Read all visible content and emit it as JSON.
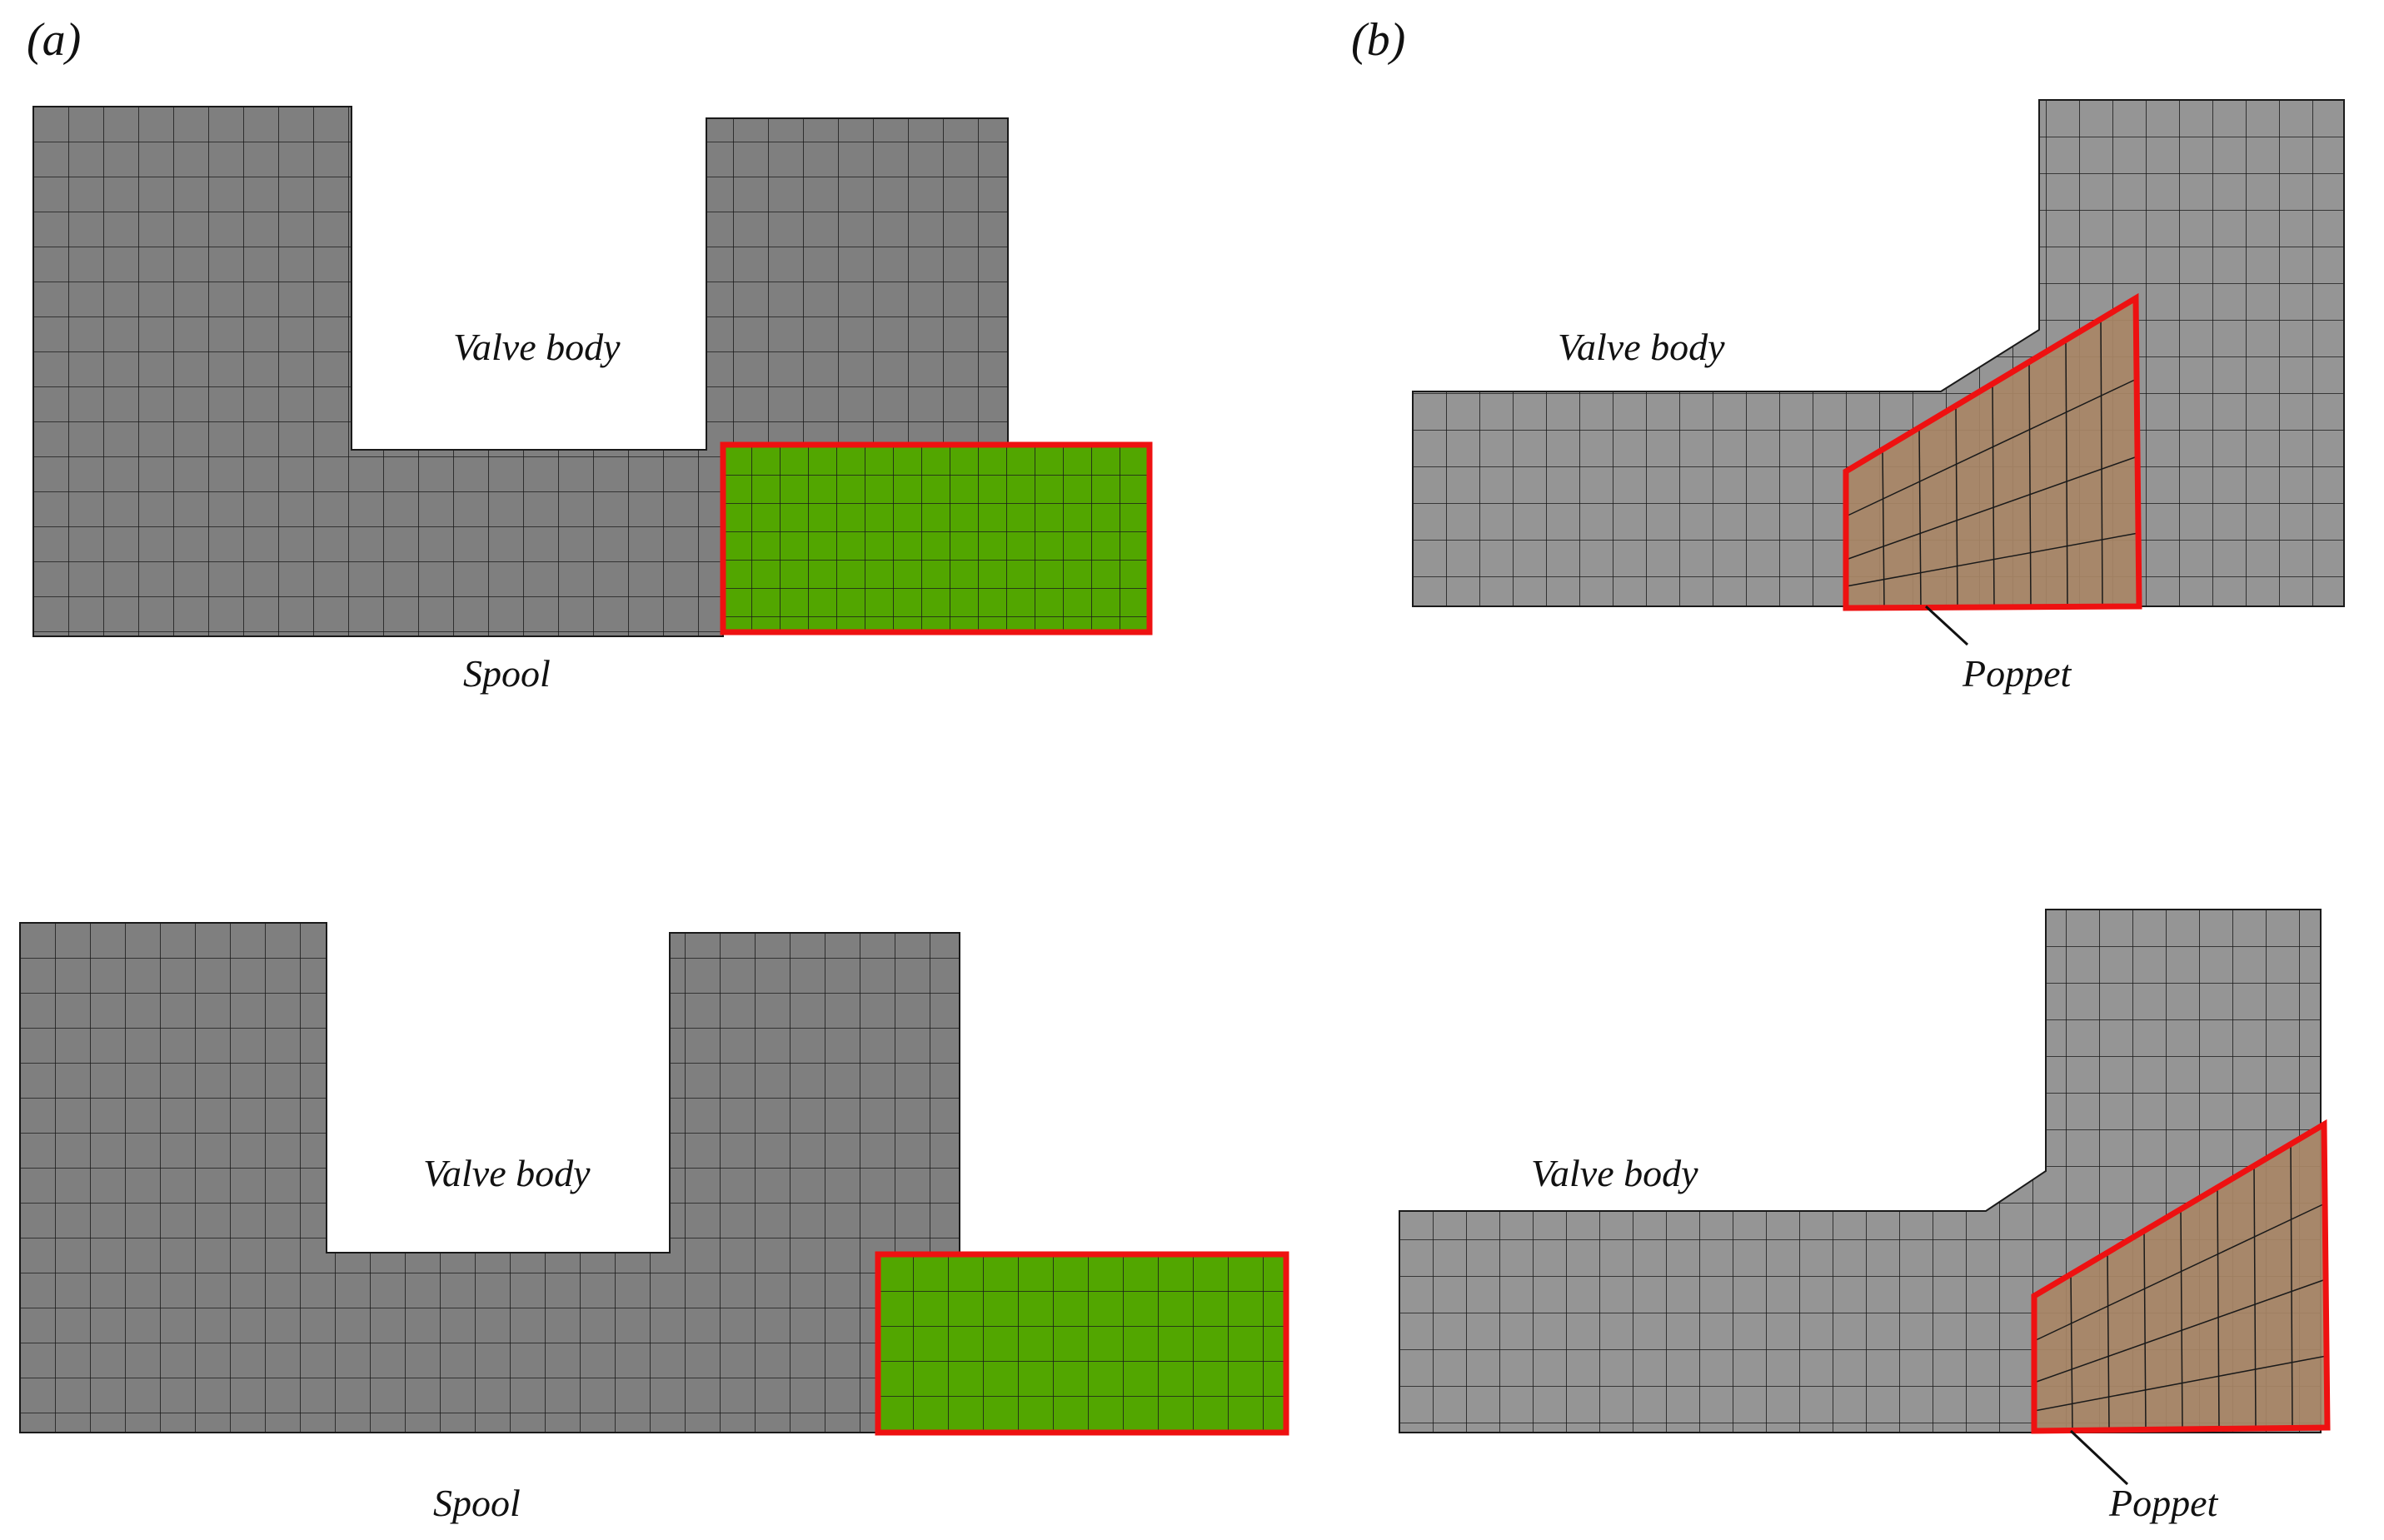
{
  "panels": {
    "a": {
      "label": "(a)"
    },
    "b": {
      "label": "(b)"
    }
  },
  "labels": {
    "valve_body": "Valve body",
    "spool": "Spool",
    "poppet": "Poppet"
  },
  "colors": {
    "mesh_fill_a": "#7f7f7f",
    "mesh_fill_b": "#959595",
    "mesh_line": "#1a1a1a",
    "spool_fill": "#52a600",
    "poppet_fill": "#a88566",
    "highlight_outline": "#ee1111",
    "text": "#111111"
  }
}
